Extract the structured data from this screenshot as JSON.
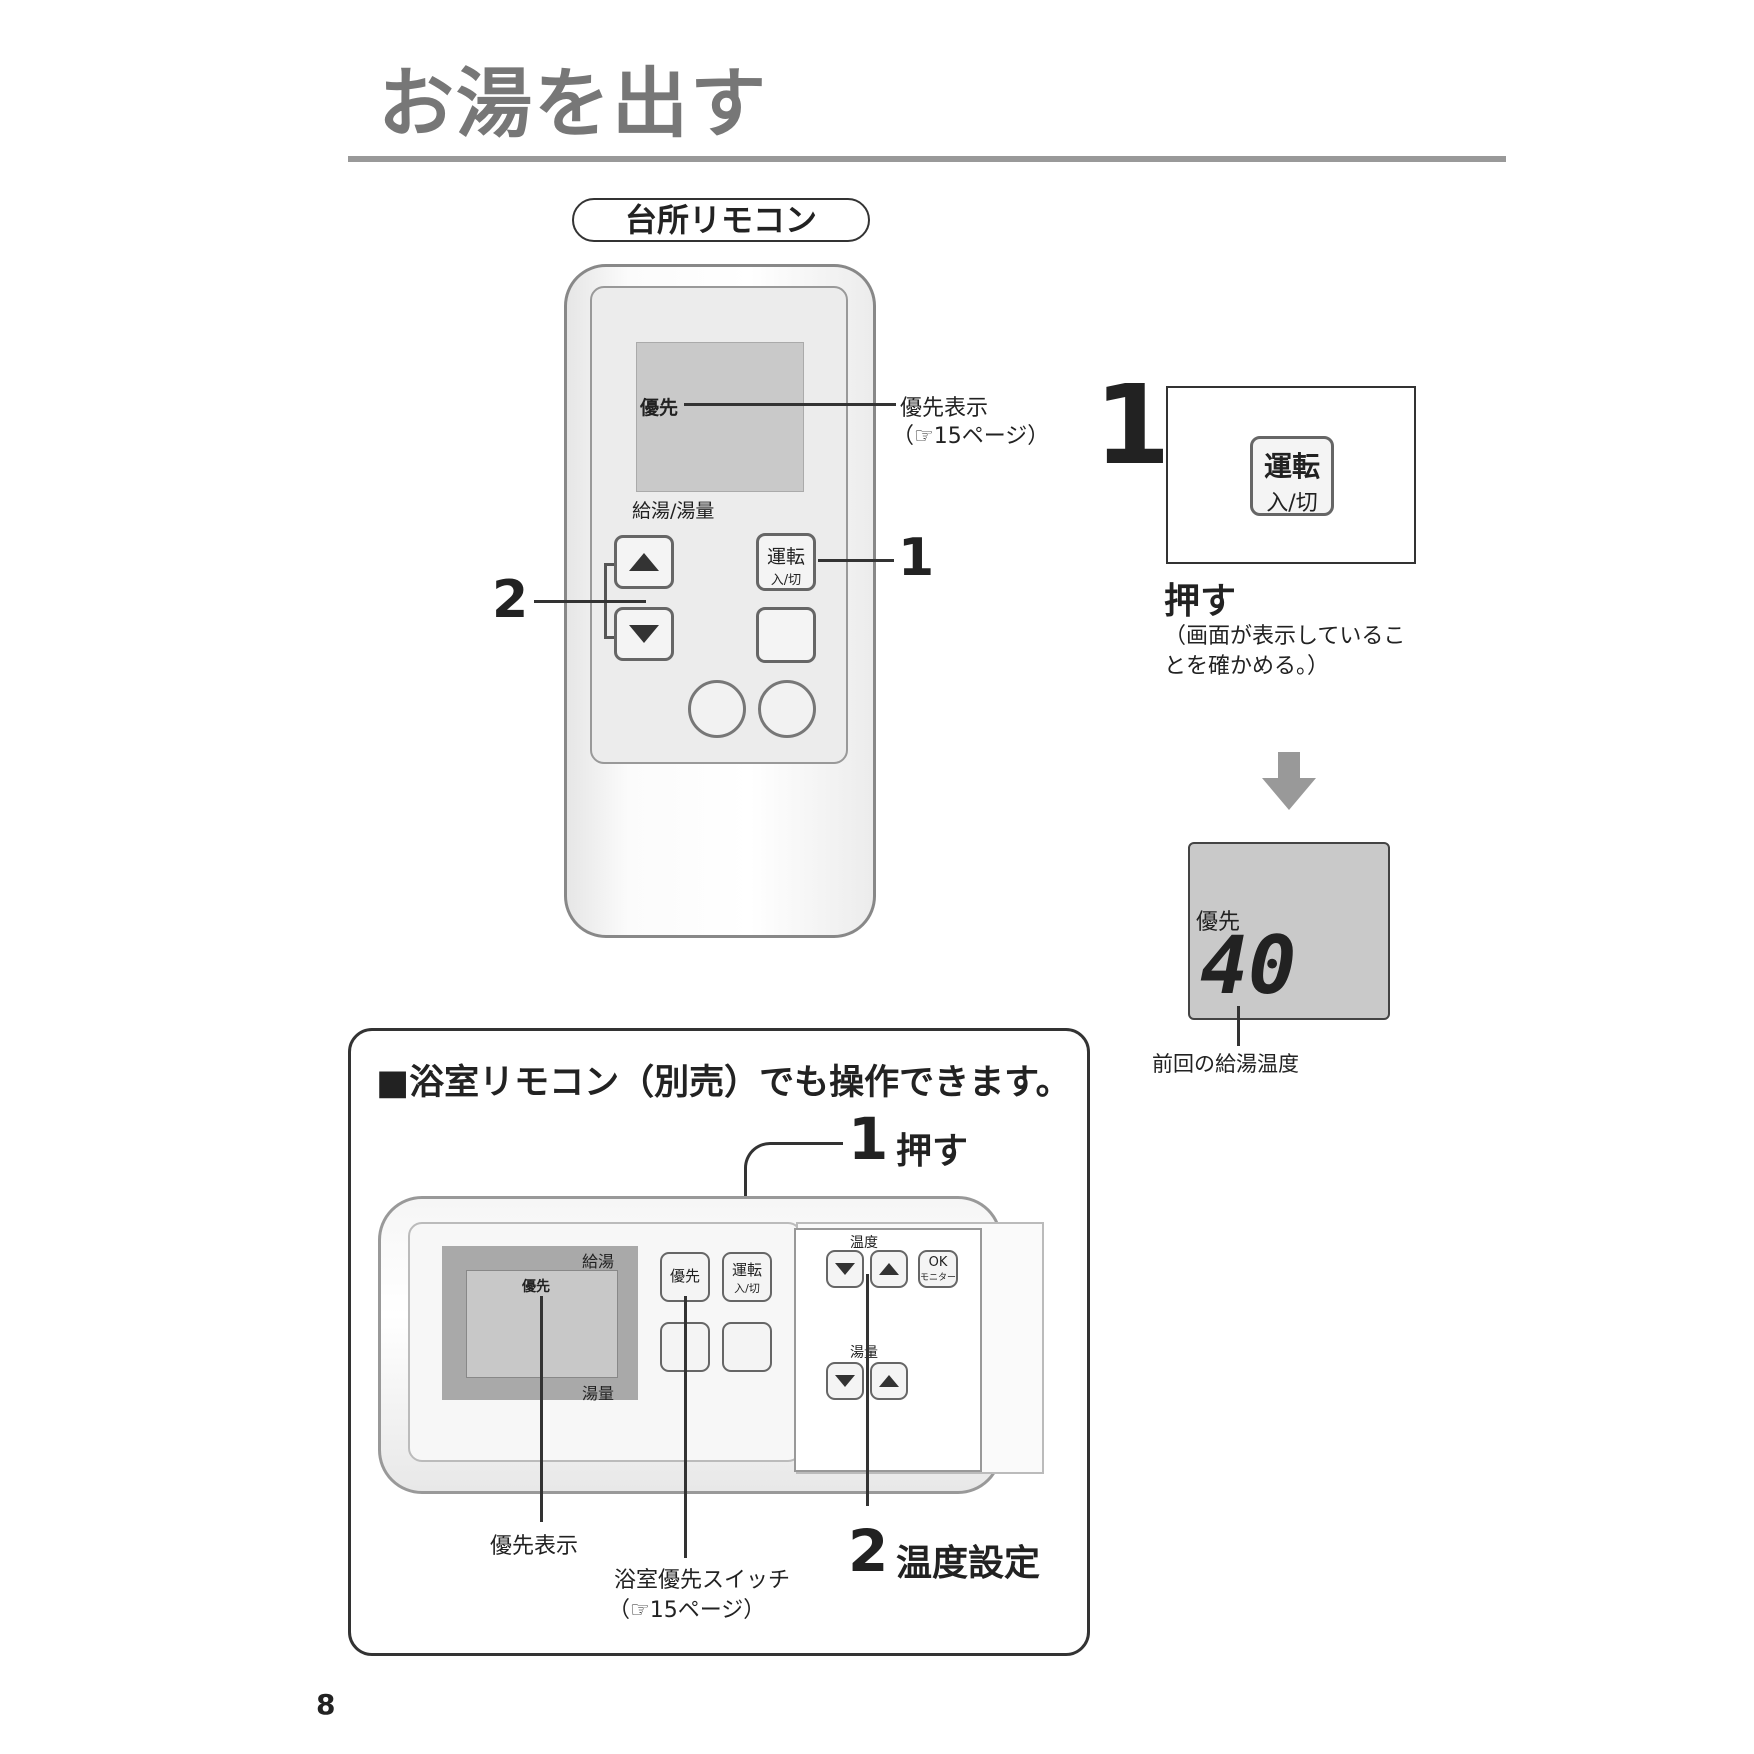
{
  "page": {
    "title": "お湯を出す",
    "page_number": "8"
  },
  "kitchen_remote": {
    "label": "台所リモコン",
    "screen_indicator": "優先",
    "hot_water_label": "給湯/湯量",
    "power_button": {
      "line1": "運転",
      "line2": "入/切"
    },
    "annotation_priority": {
      "line1": "優先表示",
      "line2": "（☞15ページ）"
    },
    "callout_1": "1",
    "callout_2": "2"
  },
  "step1": {
    "number": "1",
    "button": {
      "line1": "運転",
      "line2": "入/切"
    },
    "action": "押す",
    "note_line1": "（画面が表示しているこ",
    "note_line2": "とを確かめる。）"
  },
  "result_display": {
    "indicator": "優先",
    "temperature": "40",
    "caption": "前回の給湯温度"
  },
  "bath_callout": {
    "heading": "■浴室リモコン（別売）でも操作できます。",
    "step1_number": "1",
    "step1_action": "押す",
    "step2_number": "2",
    "step2_action": "温度設定",
    "screen": {
      "top_label": "給湯",
      "indicator": "優先",
      "bottom_label": "湯量"
    },
    "priority_button": "優先",
    "power_button": {
      "line1": "運転",
      "line2": "入/切"
    },
    "temp_label": "温度",
    "volume_label": "湯量",
    "ok_button": {
      "line1": "OK",
      "line2": "モニター"
    },
    "label_priority_display": "優先表示",
    "label_priority_switch_line1": "浴室優先スイッチ",
    "label_priority_switch_line2": "（☞15ページ）"
  }
}
